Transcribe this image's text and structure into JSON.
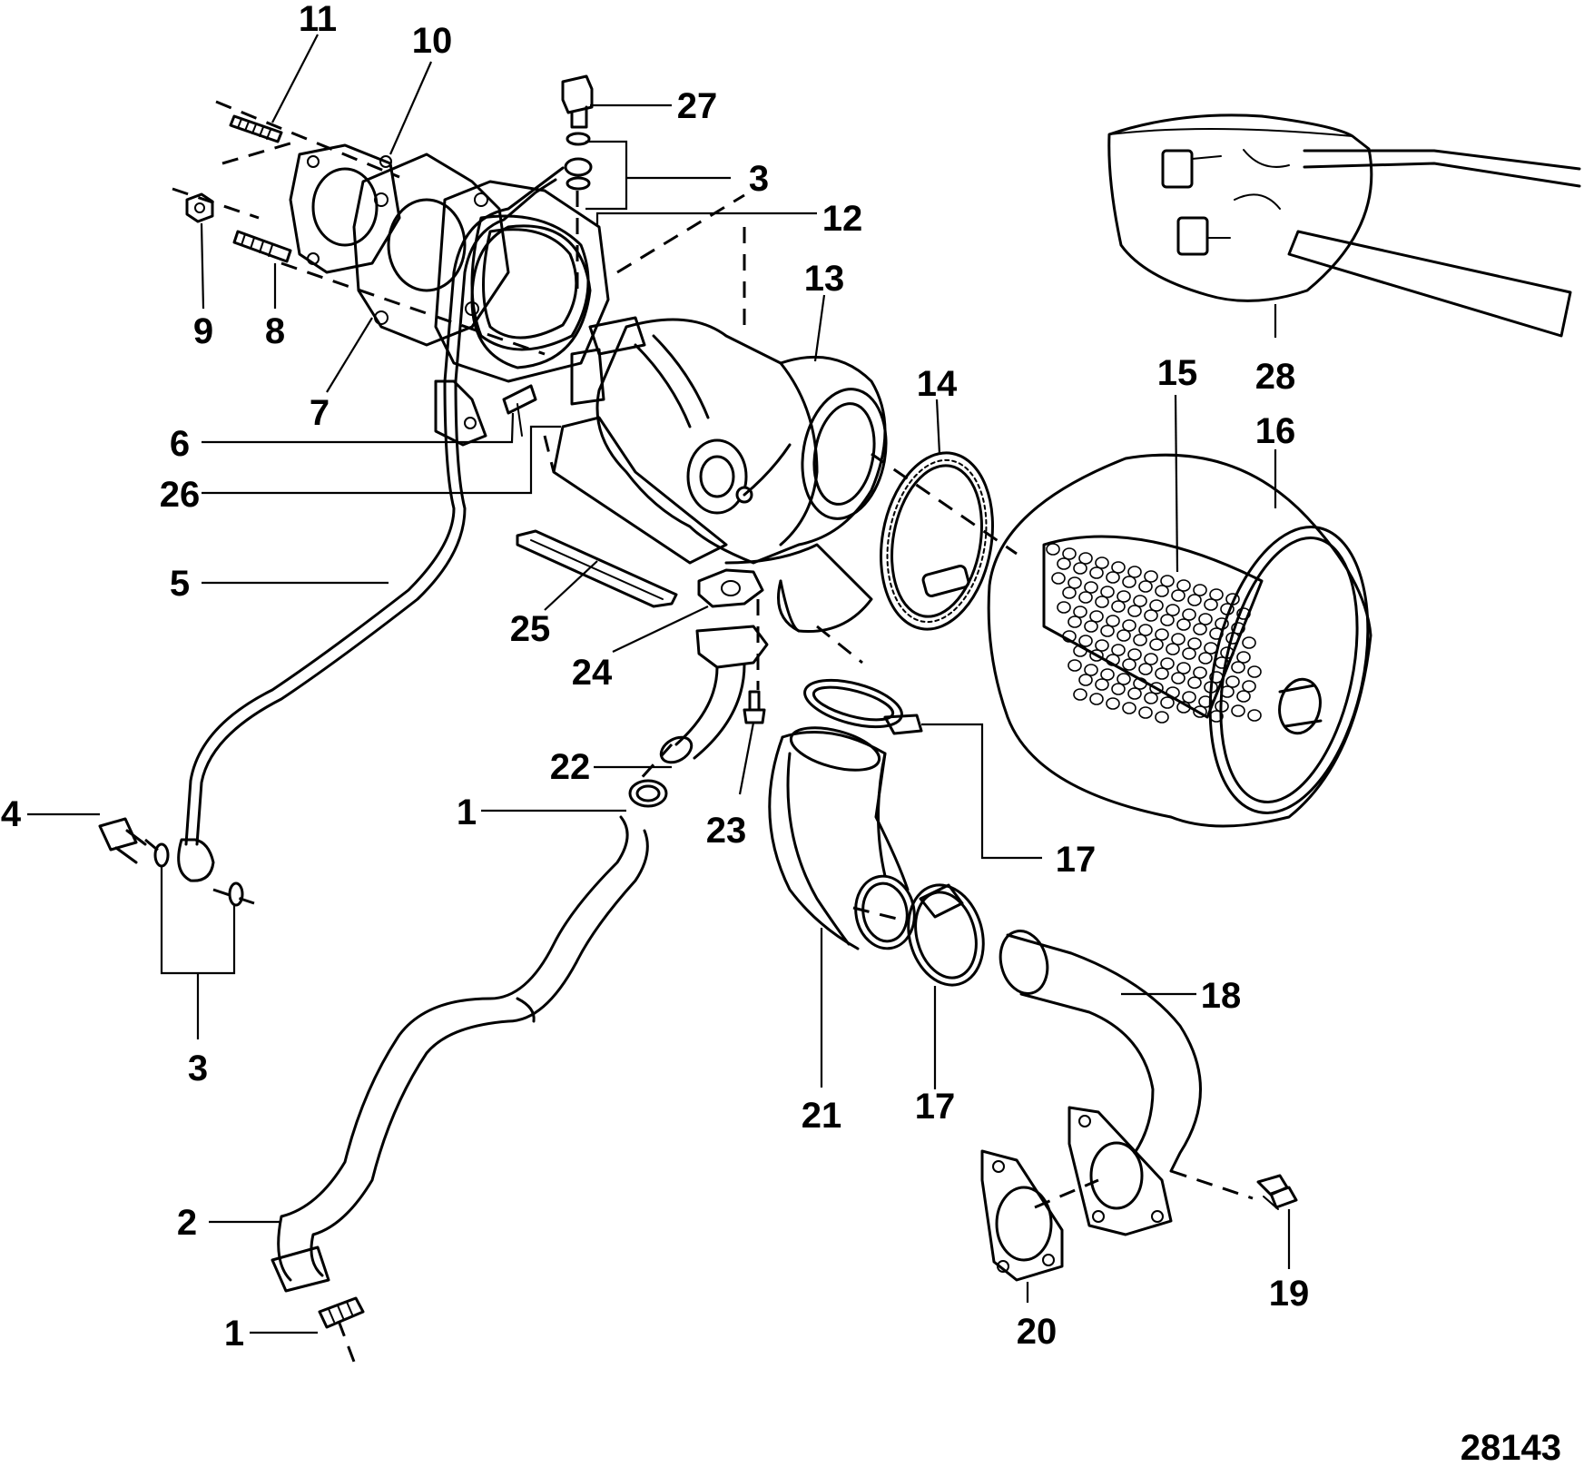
{
  "callouts": {
    "c1a": "1",
    "c1b": "1",
    "c2": "2",
    "c3a": "3",
    "c3b": "3",
    "c4": "4",
    "c5": "5",
    "c6": "6",
    "c7": "7",
    "c8": "8",
    "c9": "9",
    "c10": "10",
    "c11": "11",
    "c12": "12",
    "c13": "13",
    "c14": "14",
    "c15": "15",
    "c16": "16",
    "c17a": "17",
    "c17b": "17",
    "c18": "18",
    "c19": "19",
    "c20": "20",
    "c21": "21",
    "c22": "22",
    "c23": "23",
    "c24": "24",
    "c25": "25",
    "c26": "26",
    "c27": "27",
    "c28": "28"
  },
  "document_number": "28143"
}
